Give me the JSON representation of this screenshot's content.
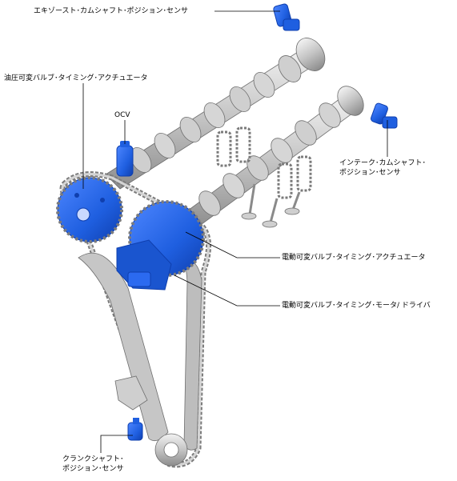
{
  "labels": {
    "exhaust_cam_sensor": "エキゾースト･カムシャフト･ポジション･センサ",
    "hydraulic_vvt_actuator": "油圧可変バルブ･タイミング･アクチュエータ",
    "ocv": "OCV",
    "intake_cam_sensor_line1": "インテーク･カムシャフト･",
    "intake_cam_sensor_line2": "ポジション･センサ",
    "electric_vvt_actuator": "電動可変バルブ･タイミング･アクチュエータ",
    "electric_vvt_motor_driver": "電動可変バルブ･タイミング･モータ/ ドライバ",
    "crank_sensor_line1": "クランクシャフト･",
    "crank_sensor_line2": "ポジション･センサ"
  },
  "colors": {
    "highlight_blue": "#1f5fe0",
    "highlight_blue_dark": "#0f3fae",
    "metal_light": "#d9d9d9",
    "metal_mid": "#a9a9a9",
    "metal_dark": "#6e6e6e",
    "leader_line": "#000000"
  }
}
